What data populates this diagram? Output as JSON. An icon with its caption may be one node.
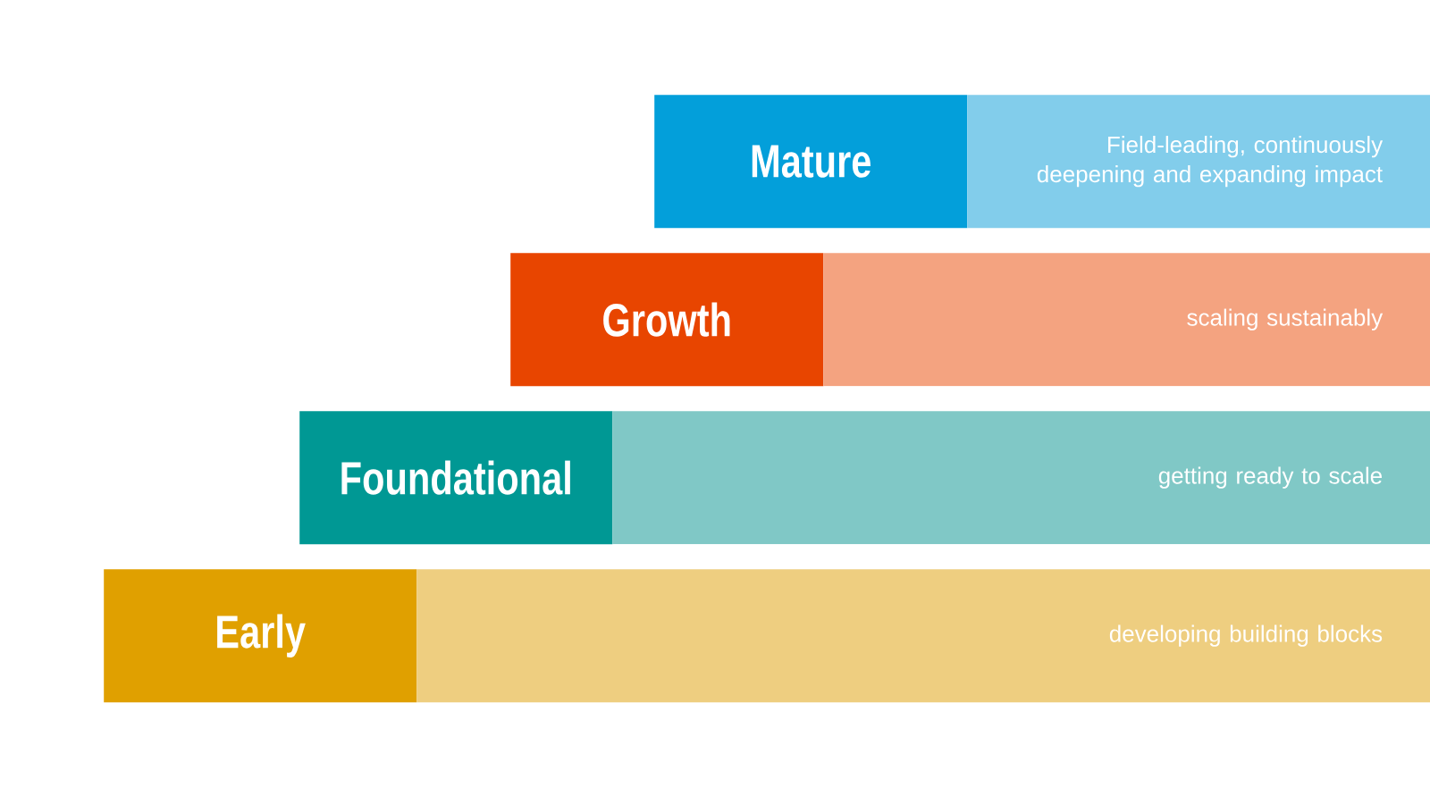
{
  "diagram": {
    "nodes": [
      {
        "text": [
          "Mature"
        ]
      },
      {
        "text": [
          "Field-leading, continuously deepening and expanding impact"
        ]
      },
      {
        "text": [
          "Growth"
        ]
      },
      {
        "text": [
          "scaling sustainably"
        ]
      },
      {
        "text": [
          "Foundational"
        ]
      },
      {
        "text": [
          "getting ready to scale"
        ]
      },
      {
        "text": [
          "Early"
        ]
      },
      {
        "text": [
          "developing building blocks"
        ]
      }
    ]
  }
}
